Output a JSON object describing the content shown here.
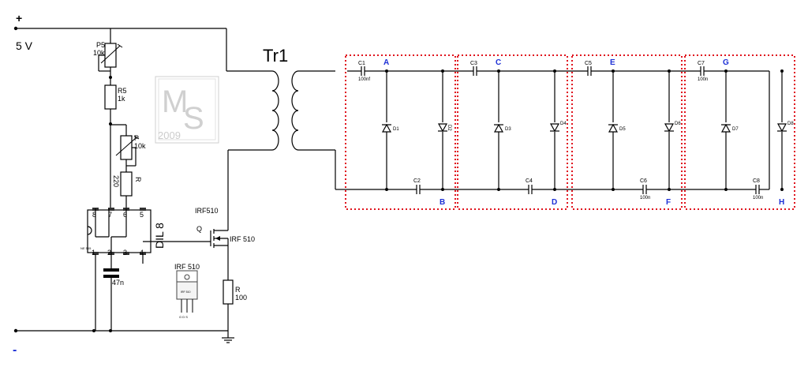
{
  "supply": {
    "plus": "+",
    "minus": "-",
    "voltage": "5 V"
  },
  "components": {
    "p5_name": "P5",
    "p5_value": "10k",
    "r5_name": "R5",
    "r5_value": "1k",
    "p_name": "P",
    "p_value": "10k",
    "r_name": "R",
    "r_value": "220",
    "cap_value": "47n",
    "ic_package": "DIL 8",
    "ic_pins": [
      "8",
      "7",
      "6",
      "5",
      "1",
      "2",
      "3",
      "4"
    ],
    "ic_chip_text": "NE 555",
    "mosfet_label": "IRF510",
    "mosfet_q": "Q",
    "mosfet_name": "IRF 510",
    "pkg_title": "IRF 510",
    "pkg_text": "IRF 510",
    "pkg_pins": "G  D  S",
    "rs_name": "R",
    "rs_value": "100",
    "transformer": "Tr1"
  },
  "watermark": {
    "initials_m": "M",
    "initials_s": "S",
    "year": "2009"
  },
  "stages": [
    {
      "top_cap": "C1",
      "top_val": "100nf",
      "node_top": "A",
      "d1": "D1",
      "d2": "D2",
      "bot_cap": "C2",
      "bot_val": "",
      "node_bot": "B"
    },
    {
      "top_cap": "C3",
      "top_val": "",
      "node_top": "C",
      "d1": "D3",
      "d2": "D4",
      "bot_cap": "C4",
      "bot_val": "",
      "node_bot": "D"
    },
    {
      "top_cap": "C5",
      "top_val": "",
      "node_top": "E",
      "d1": "D5",
      "d2": "D6",
      "bot_cap": "C6",
      "bot_val": "100n",
      "node_bot": "F"
    },
    {
      "top_cap": "C7",
      "top_val": "100n",
      "node_top": "G",
      "d1": "D7",
      "d2": "D8",
      "bot_cap": "C8",
      "bot_val": "100n",
      "node_bot": "H"
    }
  ]
}
